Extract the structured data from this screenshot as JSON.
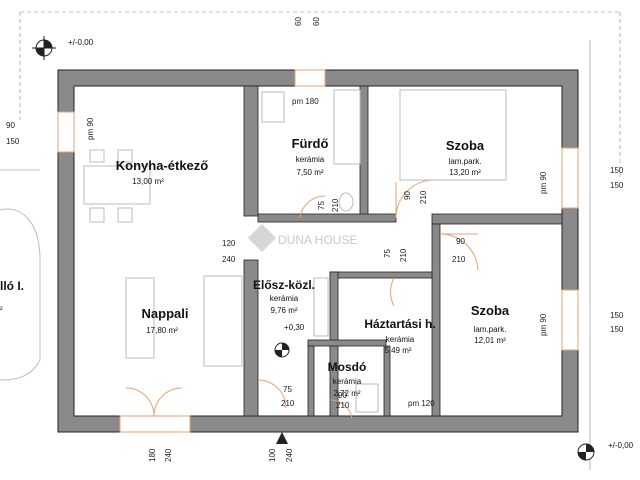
{
  "levels": {
    "top_left": "+/-0,00",
    "bottom_right": "+/-0,00",
    "hall": "+0,30"
  },
  "rooms": {
    "kitchen": {
      "name": "Konyha-étkező",
      "area": "13,00 m²"
    },
    "bath": {
      "name": "Fürdő",
      "floor": "kerámia",
      "area": "7,50 m²"
    },
    "bedroom1": {
      "name": "Szoba",
      "floor": "lam.park.",
      "area": "13,20 m²"
    },
    "living": {
      "name": "Nappali",
      "area": "17,80 m²"
    },
    "hall": {
      "name": "Elősz-közl.",
      "floor": "kerámia",
      "area": "9,76 m²"
    },
    "utility": {
      "name": "Háztartási h.",
      "floor": "kerámia",
      "area": "5,49 m²"
    },
    "bedroom2": {
      "name": "Szoba",
      "floor": "lam.park.",
      "area": "12,01 m²"
    },
    "toilet": {
      "name": "Mosdó",
      "floor": "kerámia",
      "area": "2,72 m²"
    },
    "outside": {
      "name": "lló I.",
      "extra": "²"
    }
  },
  "dims": {
    "top_a": "60",
    "top_b": "60",
    "pm180": "pm 180",
    "left_90": "90",
    "left_150": "150",
    "left_pm90": "pm 90",
    "r_150_a": "150",
    "r_150_b": "150",
    "r_pm90_a": "pm 90",
    "r_150_c": "150",
    "r_150_d": "150",
    "r_pm90_b": "pm 90",
    "hall_120": "120",
    "hall_240": "240",
    "d_90": "90",
    "d_210": "210",
    "d2_90": "90",
    "d2_210": "210",
    "v_75": "75",
    "v_210": "210",
    "u_75": "75",
    "u_210": "210",
    "w_75": "75",
    "w_210": "210",
    "m_90": "90",
    "m_210": "210",
    "pm120": "pm 120",
    "b_180": "180",
    "b_240": "240",
    "b_100": "100",
    "b_240b": "240"
  },
  "watermark": "DUNA HOUSE",
  "colors": {
    "wall": "#7a7a7a",
    "door": "#e8a070",
    "line": "#222222"
  }
}
